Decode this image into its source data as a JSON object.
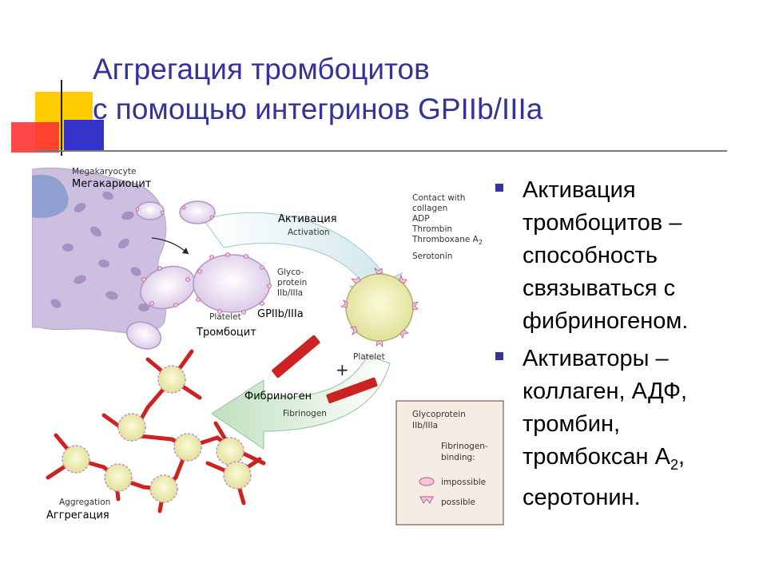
{
  "slide": {
    "title_line1": "Аггрегация тромбоцитов",
    "title_line2": "с помощью интегринов GPIIb/IIIa",
    "bullets": [
      {
        "text": "Активация тромбоцитов – способность связываться с фибриногеном."
      },
      {
        "text_main": "Активаторы – коллаген, АДФ, тромбин, тромбоксан А",
        "sub": "2",
        "text_end": ", серотонин."
      }
    ],
    "colors": {
      "title": "#333399",
      "bullet": "#333399",
      "deco_yellow": "#ffcc00",
      "deco_red": "#ff3333",
      "deco_blue": "#3333cc"
    }
  },
  "diagram": {
    "megakaryocyte_en": "Megakaryocyte",
    "megakaryocyte_ru": "Мегакариоцит",
    "activation_ru": "Активация",
    "activation_en": "Activation",
    "glyco_en_1": "Glyco-",
    "glyco_en_2": "protein",
    "glyco_en_3": "IIb/IIIa",
    "gpiib_ru": "GPIIb/IIIa",
    "platelet_en": "Platelet",
    "platelet_ru": "Тромбоцит",
    "platelet2_en": "Platelet",
    "contact_lines": [
      "Contact with",
      "collagen",
      "ADP",
      "Thrombin",
      "Thromboxane A",
      "Serotonin"
    ],
    "contact_sub": "2",
    "plus": "+",
    "fibrinogen_ru": "Фибриноген",
    "fibrinogen_en": "Fibrinogen",
    "aggregation_en": "Aggregation",
    "aggregation_ru": "Аггрегация",
    "legend": {
      "title_1": "Glycoprotein",
      "title_2": "IIb/IIIa",
      "binding_1": "Fibrinogen-",
      "binding_2": "binding:",
      "impossible": "impossible",
      "possible": "possible"
    }
  }
}
